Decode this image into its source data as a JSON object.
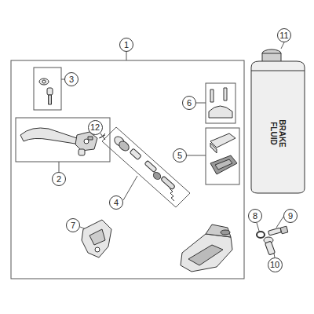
{
  "diagram": {
    "nodes": [
      {
        "text": [
          "1"
        ]
      },
      {
        "text": [
          "3"
        ]
      },
      {
        "text": [
          "12"
        ]
      },
      {
        "text": [
          "2"
        ]
      },
      {
        "text": [
          "6"
        ]
      },
      {
        "text": [
          "5"
        ]
      },
      {
        "text": [
          "4"
        ]
      },
      {
        "text": [
          "7"
        ]
      },
      {
        "text": [
          "11"
        ]
      },
      {
        "text": [
          "8"
        ]
      },
      {
        "text": [
          "9"
        ]
      },
      {
        "text": [
          "10"
        ]
      }
    ],
    "labels": [
      "BRAKE FLUID"
    ]
  }
}
